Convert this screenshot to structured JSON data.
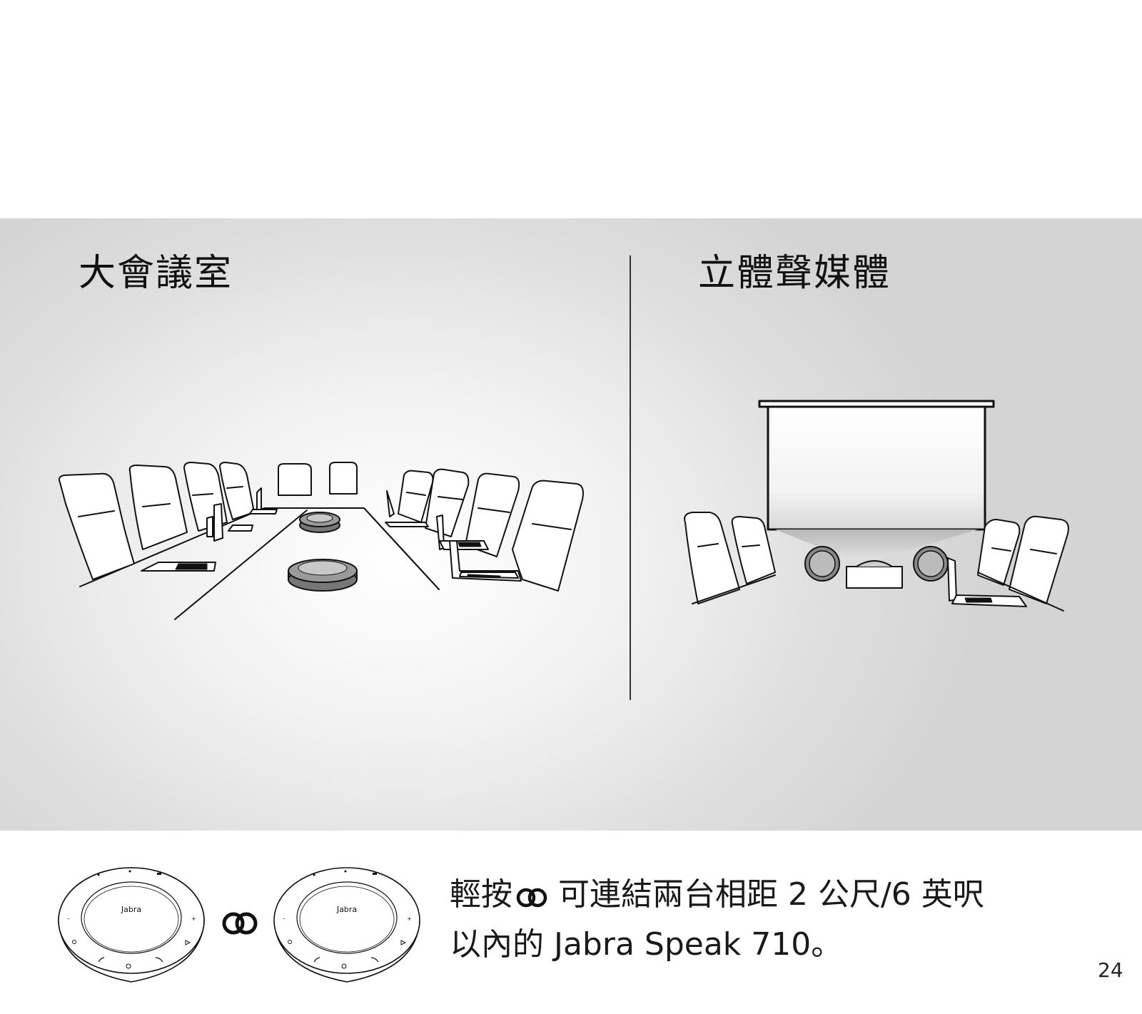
{
  "sections": {
    "left_title": "大會議室",
    "right_title": "立體聲媒體"
  },
  "speaker": {
    "brand_label": "Jabra"
  },
  "instruction": {
    "part1": "輕按",
    "part2": "可連結兩台相距 2 公尺/6 英呎",
    "line2": "以內的 Jabra Speak 710。"
  },
  "link_icon": "link-rings-icon",
  "page_number": "24"
}
